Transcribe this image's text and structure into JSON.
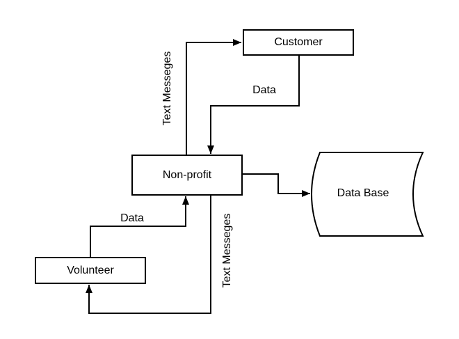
{
  "diagram": {
    "background_color": "#ffffff",
    "line_color": "#000000",
    "shape_fill_color": "#ffffff",
    "nodes": [
      {
        "id": "customer",
        "label": "Customer",
        "shape": "rectangle"
      },
      {
        "id": "non_profit",
        "label": "Non-profit",
        "shape": "rectangle"
      },
      {
        "id": "volunteer",
        "label": "Volunteer",
        "shape": "rectangle"
      },
      {
        "id": "data_base",
        "label": "Data Base",
        "shape": "storage-cylinder"
      }
    ],
    "edges": [
      {
        "from": "Non-profit",
        "to": "Customer",
        "label": "Text Messeges",
        "label_rotation": "vertical"
      },
      {
        "from": "Customer",
        "to": "Non-profit",
        "label": "Data",
        "label_rotation": "horizontal"
      },
      {
        "from": "Non-profit",
        "to": "Data Base",
        "label": "",
        "label_rotation": "none"
      },
      {
        "from": "Volunteer",
        "to": "Non-profit",
        "label": "Data",
        "label_rotation": "horizontal"
      },
      {
        "from": "Non-profit",
        "to": "Volunteer",
        "label": "Text Messeges",
        "label_rotation": "vertical"
      }
    ]
  }
}
